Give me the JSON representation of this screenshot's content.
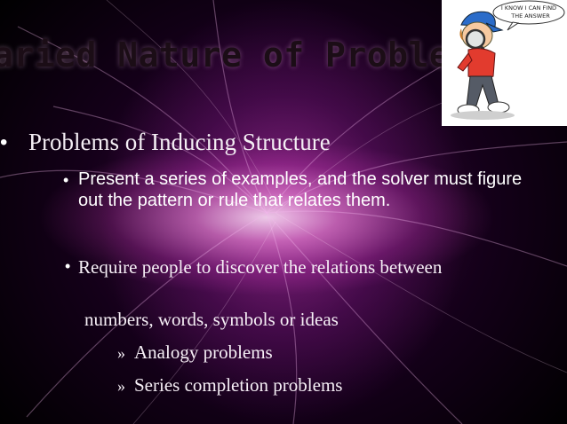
{
  "slide": {
    "title": "aried Nature of Problem",
    "bullets": {
      "level1": "Problems of Inducing Structure",
      "level2_a": "Present a series of examples, and the solver must figure out the pattern or rule that relates them.",
      "level2_b_line1": "Require people to discover the relations between",
      "level2_b_line2": "numbers, words, symbols or ideas",
      "level3": [
        "Analogy problems",
        "Series completion problems"
      ]
    },
    "bullet_glyph": "•",
    "sub_bullet_glyph": "»"
  },
  "clipart": {
    "speech_bubble": [
      "I KNOW I CAN FIND",
      "THE ANSWER"
    ],
    "icon": "detective-with-magnifier-icon"
  }
}
